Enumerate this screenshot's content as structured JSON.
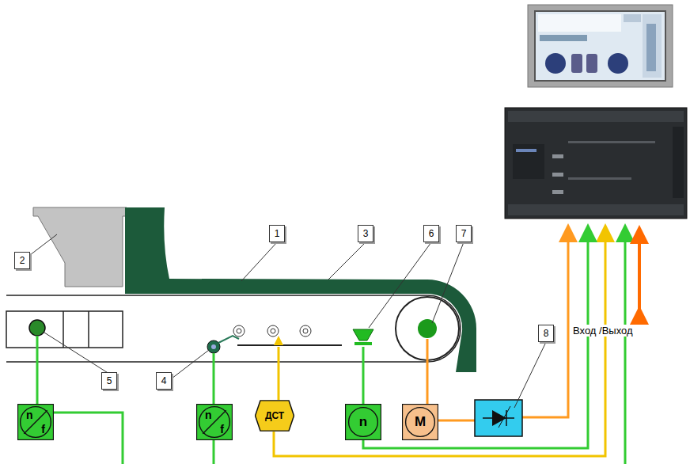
{
  "diagram": {
    "nodes": [
      {
        "text": [
          "1"
        ]
      },
      {
        "text": [
          "3"
        ]
      },
      {
        "text": [
          "6"
        ]
      },
      {
        "text": [
          "7"
        ]
      },
      {
        "text": [
          "2"
        ]
      },
      {
        "text": [
          "8"
        ]
      },
      {
        "text": [
          "5"
        ]
      },
      {
        "text": [
          "4"
        ]
      },
      {
        "text": [
          "n",
          "f"
        ]
      },
      {
        "text": [
          "n",
          "f"
        ]
      },
      {
        "text": [
          "ДСТ"
        ]
      },
      {
        "text": [
          "n"
        ]
      },
      {
        "text": [
          "M"
        ]
      }
    ],
    "labels": [
      "Вход /Выход"
    ]
  }
}
